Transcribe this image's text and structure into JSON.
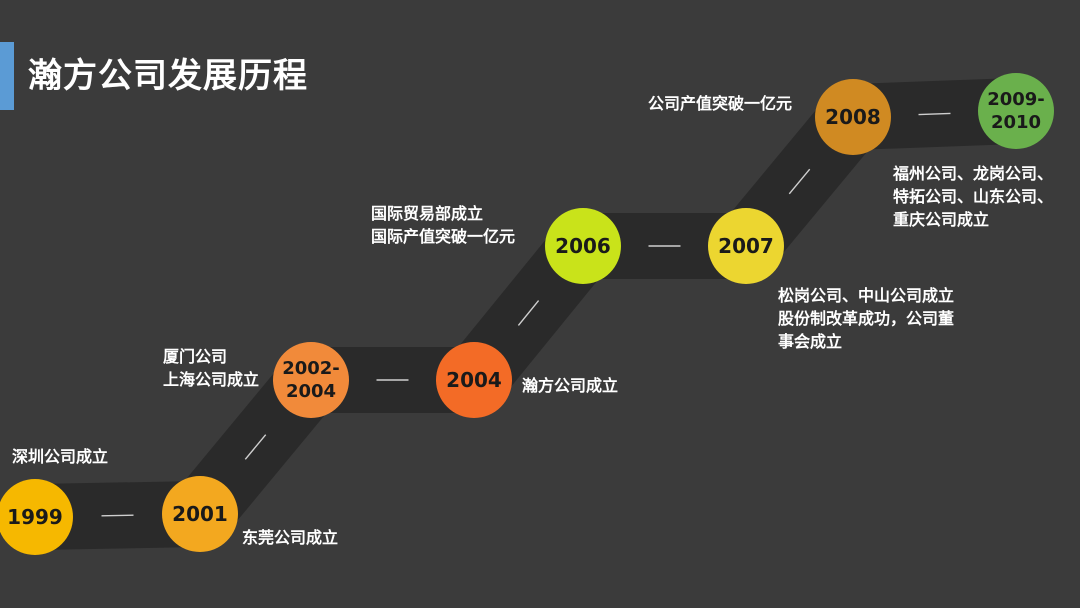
{
  "page": {
    "title": "瀚方公司发展历程"
  },
  "colors": {
    "background": "#3b3b3b",
    "road": "#2a2a2a",
    "dash": "#cfcfcf",
    "title_accent": "#5b9bd5"
  },
  "timeline": [
    {
      "year": "1999",
      "color": "#f6b800",
      "label": "深圳公司成立"
    },
    {
      "year": "2001",
      "color": "#f3a81f",
      "label": "东莞公司成立"
    },
    {
      "year": "2002-\n2004",
      "color": "#f18a3a",
      "label": "厦门公司\n上海公司成立"
    },
    {
      "year": "2004",
      "color": "#f36b26",
      "label": "瀚方公司成立"
    },
    {
      "year": "2006",
      "color": "#c9e31a",
      "label": "国际贸易部成立\n国际产值突破一亿元"
    },
    {
      "year": "2007",
      "color": "#ecd630",
      "label": "松岗公司、中山公司成立\n股份制改革成功，公司董\n事会成立"
    },
    {
      "year": "2008",
      "color": "#d08a22",
      "label": "公司产值突破一亿元"
    },
    {
      "year": "2009-\n2010",
      "color": "#6ab04c",
      "label": "福州公司、龙岗公司、\n特拓公司、山东公司、\n重庆公司成立"
    }
  ]
}
